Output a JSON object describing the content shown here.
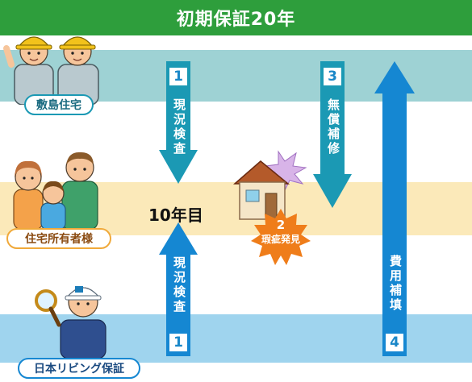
{
  "title": "初期保証20年",
  "colors": {
    "title_bg": "#2e9e3c",
    "band_top": "#9ed2d4",
    "band_mid": "#fbe9b9",
    "band_bottom": "#9fd4ee",
    "arrow_teal": "#1b99b4",
    "arrow_blue": "#1587d2",
    "burst": "#ef7d1a"
  },
  "lanes": {
    "builder": "敷島住宅",
    "owner": "住宅所有者様",
    "guarantor": "日本リビング保証"
  },
  "arrows": [
    {
      "num": "1",
      "text": "現況検査",
      "direction": "down"
    },
    {
      "num": "1",
      "text": "現況検査",
      "direction": "up"
    },
    {
      "num": "3",
      "text": "無償補修",
      "direction": "down"
    },
    {
      "num": "4",
      "text": "費用補填",
      "direction": "up"
    }
  ],
  "year_label": "10年目",
  "defect": {
    "num": "2",
    "text": "瑕疵発見"
  }
}
